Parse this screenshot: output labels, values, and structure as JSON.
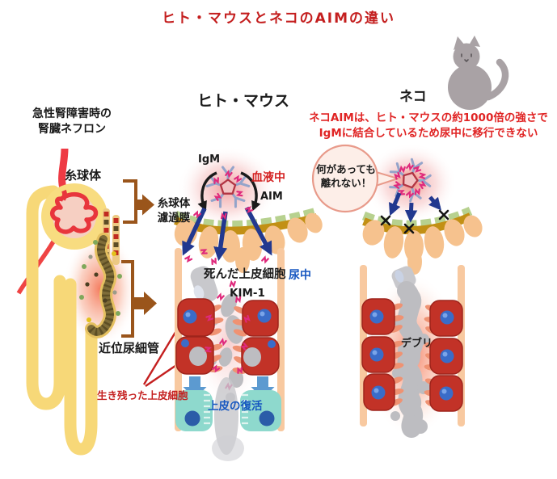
{
  "title": "ヒト・マウスとネコのAIMの違い",
  "left_panel": {
    "caption_line1": "急性腎障害時の",
    "caption_line2": "腎臓ネフロン",
    "glomerulus_label": "糸球体",
    "filtration_label_line1": "糸球体",
    "filtration_label_line2": "濾過膜",
    "proximal_tubule_label": "近位尿細管",
    "surviving_cells_label": "生き残った上皮細胞"
  },
  "human_mouse_panel": {
    "header": "ヒト・マウス",
    "igm_label": "IgM",
    "blood_label": "血液中",
    "aim_label": "AIM",
    "dead_cells_label": "死んだ上皮細胞",
    "urine_label": "尿中",
    "kim1_label": "KIM-1",
    "revival_label": "上皮の復活"
  },
  "cat_panel": {
    "header": "ネコ",
    "note_line1": "ネコAIMは、ヒト・マウスの約1000倍の強さで",
    "note_line2": "IgMに結合しているため尿中に移行できない",
    "bubble_line1": "何があっても",
    "bubble_line2": "離れない！",
    "debris_label": "デブリ"
  },
  "colors": {
    "title_red": "#c41e1e",
    "note_red": "#e02424",
    "blue_text": "#1656c0",
    "bracket_brown": "#9a551b",
    "tube_yellow": "#f7d878",
    "membrane_gold": "#c29015",
    "membrane_green": "#b7d18f",
    "podocyte_orange": "#f6c28e",
    "cell_red": "#c23227",
    "nucleus_blue": "#3a6cc8",
    "teal_cell": "#8ed9cd",
    "debris_gray": "#bdbdc1",
    "cat_gray": "#a9a2a5",
    "aim_magenta": "#df2a7c",
    "arrow_navy": "#22388f",
    "glow_pink": "#ef9a9a",
    "glow_red": "#f1542e"
  }
}
